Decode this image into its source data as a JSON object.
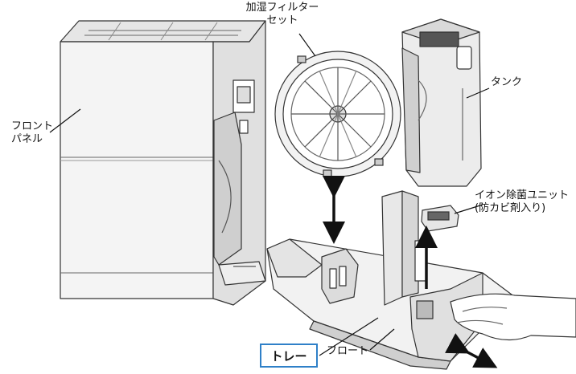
{
  "labels": {
    "front_panel": [
      "フロント",
      "パネル"
    ],
    "humidify_filter": [
      "加湿フィルター",
      "セット"
    ],
    "tank": "タンク",
    "ion_unit": [
      "イオン除菌ユニット",
      "(防カビ剤入り)"
    ],
    "float": "フロート",
    "tray": "トレー"
  },
  "colors": {
    "line": "#333333",
    "fill_light": "#f4f4f4",
    "fill_mid": "#e6e6e6",
    "fill_dark": "#cfcfcf",
    "tray_box_border": "#2f80c8"
  },
  "icons": [
    "vertical-double-arrow",
    "diagonal-double-arrow"
  ]
}
